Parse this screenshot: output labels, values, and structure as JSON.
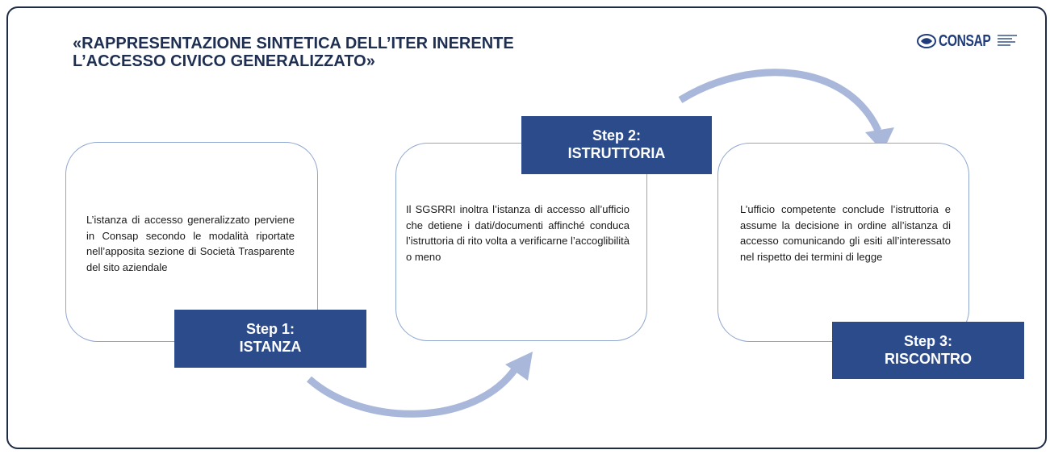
{
  "title": {
    "line1": "«RAPPRESENTAZIONE SINTETICA DELL’ITER INERENTE",
    "line2": "L’ACCESSO CIVICO GENERALIZZATO»"
  },
  "logo": {
    "text": "CONSAP"
  },
  "steps": [
    {
      "label": "Step 1:",
      "name": "ISTANZA",
      "description": "L’istanza di accesso generalizzato perviene in Consap secondo le modalità riportate nell’apposita sezione di Società Trasparente del sito aziendale"
    },
    {
      "label": "Step 2:",
      "name": "ISTRUTTORIA",
      "description": "Il SGSRRI inoltra l’istanza di accesso all’ufficio che detiene i dati/documenti affinché conduca l’istruttoria di rito volta a verificarne l’accoglibilità o meno"
    },
    {
      "label": "Step 3:",
      "name": "RISCONTRO",
      "description": "L’ufficio competente conclude l’istruttoria e assume la decisione in ordine all’istanza di accesso comunicando gli esiti all’interessato nel rispetto dei termini di legge"
    }
  ],
  "colors": {
    "step_box": "#2c4b8b",
    "card_border": "#8fa6d0",
    "arrow": "#a9b8da",
    "title": "#1e2f52",
    "frame": "#1f2b44"
  }
}
